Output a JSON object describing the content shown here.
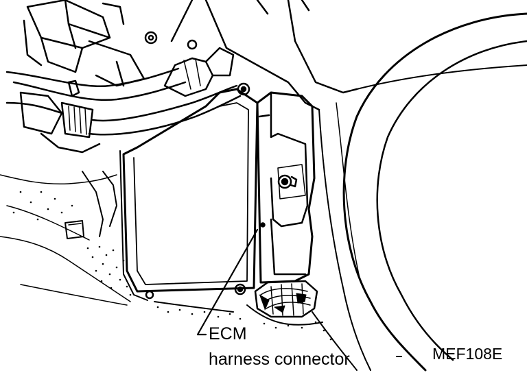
{
  "diagram": {
    "callout": {
      "line1": "ECM",
      "line2": "harness connector"
    },
    "figure_id": "MEF108E"
  },
  "colors": {
    "ink": "#000000",
    "paper": "#ffffff"
  }
}
